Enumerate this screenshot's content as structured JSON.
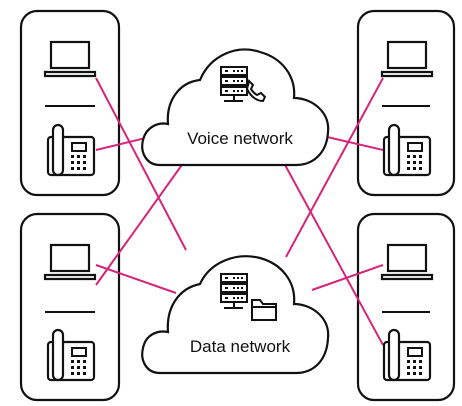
{
  "clouds": {
    "voice": {
      "label": "Voice network",
      "icon": "server-phone-icon"
    },
    "data": {
      "label": "Data network",
      "icon": "server-folder-icon"
    }
  },
  "groups": [
    {
      "name": "top-left-group",
      "devices": [
        "laptop-icon",
        "desk-phone-icon"
      ]
    },
    {
      "name": "top-right-group",
      "devices": [
        "laptop-icon",
        "desk-phone-icon"
      ]
    },
    {
      "name": "bottom-left-group",
      "devices": [
        "laptop-icon",
        "desk-phone-icon"
      ]
    },
    {
      "name": "bottom-right-group",
      "devices": [
        "laptop-icon",
        "desk-phone-icon"
      ]
    }
  ],
  "colors": {
    "link": "#d6247a",
    "stroke": "#111111",
    "background": "#ffffff"
  }
}
